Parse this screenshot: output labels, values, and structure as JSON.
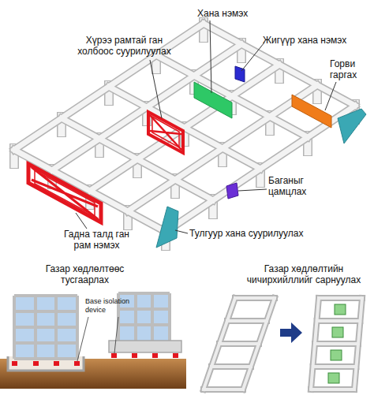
{
  "diagram": {
    "labels": [
      "Хүрээ рамтай ган холбоос суурилуулах",
      "Хана нэмэх",
      "Жигүүр хана нэмэх",
      "Горви гаргах",
      "Гадна талд ган рам нэмэх",
      "Баганыг цамцлах",
      "Тулгуур хана суурилуулах",
      "Газар хөдлөлтөөс тусгаарлах",
      "Base isolation device",
      "Газар хөдлөлтийн чичирхийллийг сарнуулах"
    ]
  }
}
